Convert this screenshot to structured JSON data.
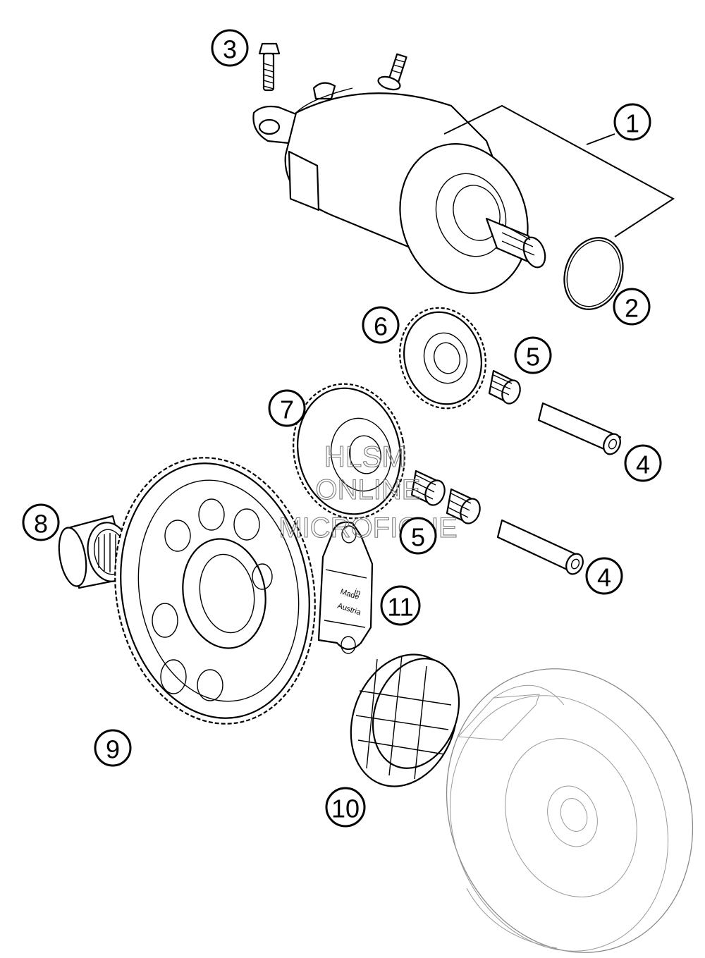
{
  "callouts": [
    {
      "id": "1",
      "label": "1"
    },
    {
      "id": "2",
      "label": "2"
    },
    {
      "id": "3",
      "label": "3"
    },
    {
      "id": "4a",
      "label": "4"
    },
    {
      "id": "4b",
      "label": "4"
    },
    {
      "id": "5a",
      "label": "5"
    },
    {
      "id": "5b",
      "label": "5"
    },
    {
      "id": "6",
      "label": "6"
    },
    {
      "id": "7",
      "label": "7"
    },
    {
      "id": "8",
      "label": "8"
    },
    {
      "id": "9",
      "label": "9"
    },
    {
      "id": "10",
      "label": "10"
    },
    {
      "id": "11",
      "label": "11"
    }
  ],
  "stamp": {
    "line1": "Made",
    "line2": "in",
    "line3": "Austria"
  },
  "watermark": {
    "line1": "HLSM",
    "line2": "ONLINE",
    "line3": "MICROFICHE"
  }
}
